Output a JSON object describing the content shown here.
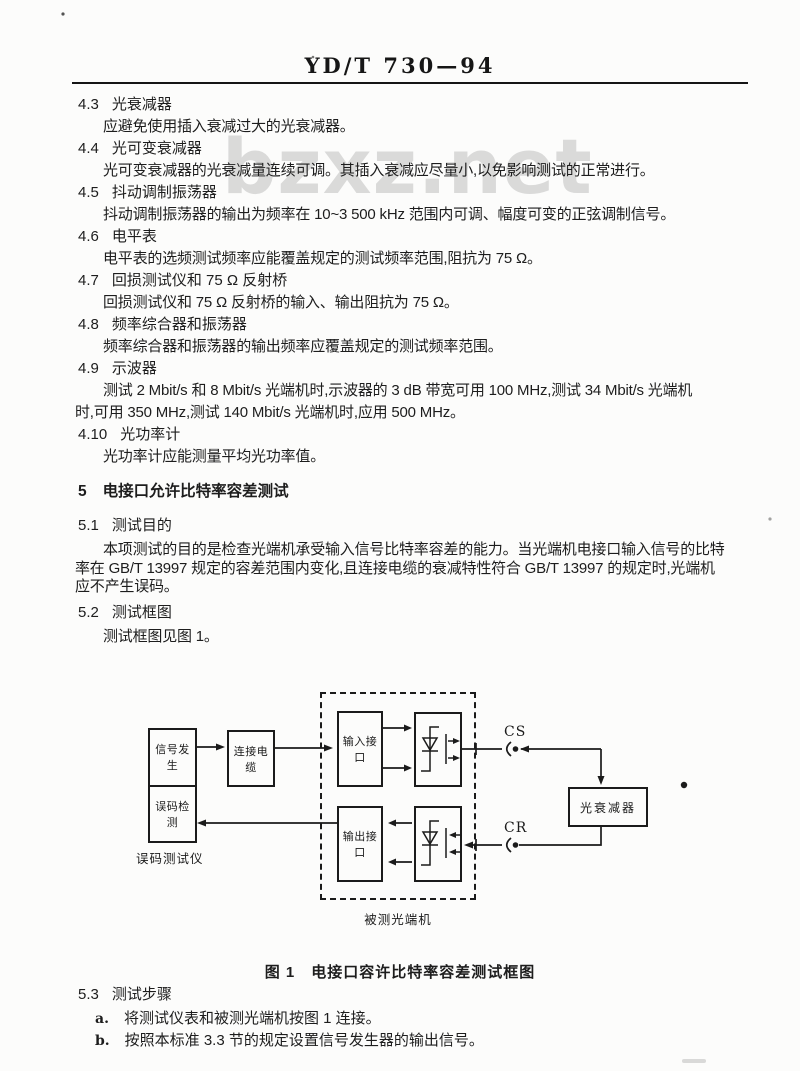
{
  "header": {
    "doc_number": "YD/T 730—94"
  },
  "watermark": {
    "text": "bzxz.net"
  },
  "sections4": [
    {
      "num": "4.3",
      "title": "光衰减器",
      "body": [
        "应避免使用插入衰减过大的光衰减器。"
      ]
    },
    {
      "num": "4.4",
      "title": "光可变衰减器",
      "body": [
        "光可变衰减器的光衰减量连续可调。其插入衰减应尽量小,以免影响测试的正常进行。"
      ]
    },
    {
      "num": "4.5",
      "title": "抖动调制振荡器",
      "body": [
        "抖动调制振荡器的输出为频率在 10~3 500 kHz 范围内可调、幅度可变的正弦调制信号。"
      ]
    },
    {
      "num": "4.6",
      "title": "电平表",
      "body": [
        "电平表的选频测试频率应能覆盖规定的测试频率范围,阻抗为 75 Ω。"
      ]
    },
    {
      "num": "4.7",
      "title": "回损测试仪和 75 Ω 反射桥",
      "body": [
        "回损测试仪和 75 Ω 反射桥的输入、输出阻抗为 75 Ω。"
      ]
    },
    {
      "num": "4.8",
      "title": "频率综合器和振荡器",
      "body": [
        "频率综合器和振荡器的输出频率应覆盖规定的测试频率范围。"
      ]
    },
    {
      "num": "4.9",
      "title": "示波器",
      "body": [
        "测试 2 Mbit/s 和 8 Mbit/s 光端机时,示波器的 3 dB 带宽可用 100 MHz,测试 34 Mbit/s 光端机",
        "时,可用 350 MHz,测试 140 Mbit/s 光端机时,应用 500 MHz。"
      ]
    },
    {
      "num": "4.10",
      "title": "光功率计",
      "body": [
        "光功率计应能测量平均光功率值。"
      ]
    }
  ],
  "chapter5": {
    "num": "5",
    "title": "电接口允许比特率容差测试",
    "s51": {
      "num": "5.1",
      "title": "测试目的",
      "body": [
        "本项测试的目的是检查光端机承受输入信号比特率容差的能力。当光端机电接口输入信号的比特",
        "率在 GB/T 13997 规定的容差范围内变化,且连接电缆的衰减特性符合 GB/T 13997 的规定时,光端机",
        "应不产生误码。"
      ]
    },
    "s52": {
      "num": "5.2",
      "title": "测试框图",
      "body": "测试框图见图 1。"
    },
    "s53": {
      "num": "5.3",
      "title": "测试步骤",
      "steps": [
        {
          "label": "a.",
          "text": "将测试仪表和被测光端机按图 1 连接。"
        },
        {
          "label": "b.",
          "text": "按照本标准 3.3 节的规定设置信号发生器的输出信号。"
        }
      ]
    }
  },
  "figure": {
    "caption": "图 1　电接口容许比特率容差测试框图",
    "blocks": {
      "signal_gen": "信号发生",
      "error_detect": "误码检测",
      "bert_label": "误码测试仪",
      "cable": "连接电缆",
      "input_if": "输入接口",
      "output_if": "输出接口",
      "dut_label": "被测光端机",
      "attenuator": "光衰减器",
      "cs": "CS",
      "cr": "CR"
    }
  }
}
